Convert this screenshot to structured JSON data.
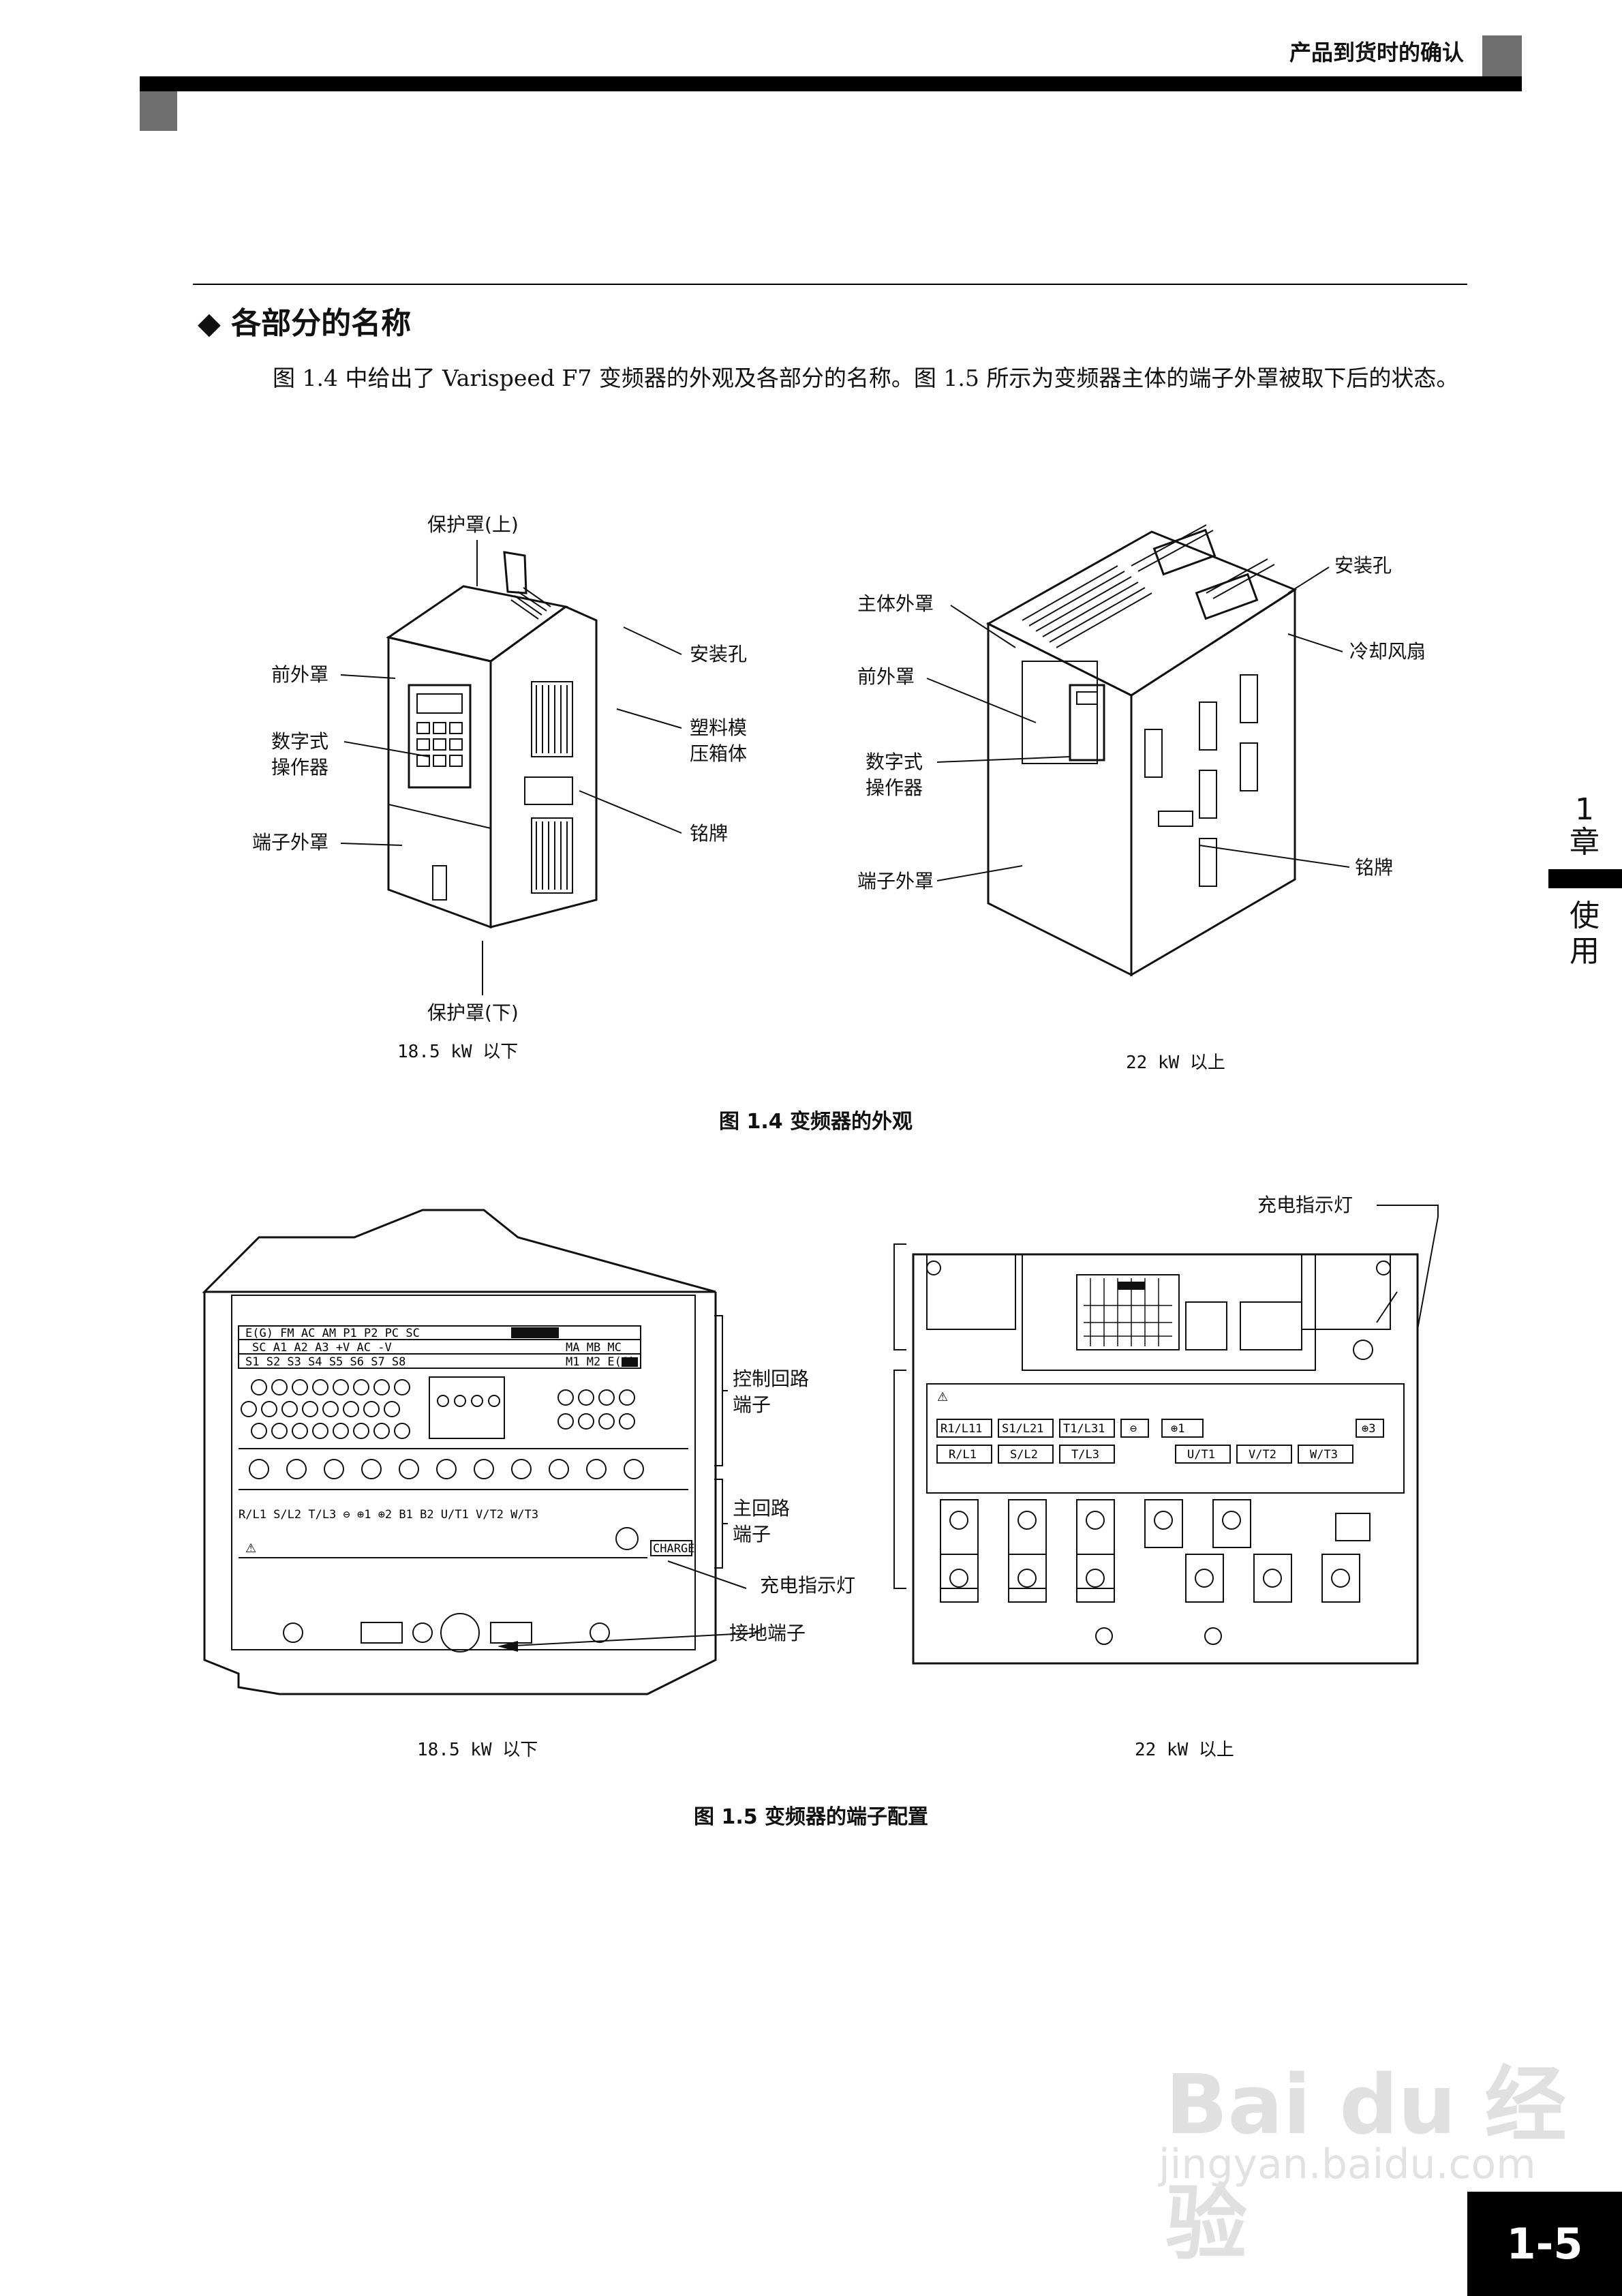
{
  "header": {
    "title": "产品到货时的确认"
  },
  "section": {
    "heading": "◆ 各部分的名称"
  },
  "intro": "图 1.4 中给出了 Varispeed F7 变频器的外观及各部分的名称。图 1.5 所示为变频器主体的端子外罩被取下后的状态。",
  "figure_1_4": {
    "caption": "图 1.4 变频器的外观",
    "left": {
      "sub": "18.5 kW 以下",
      "labels": {
        "top_cover": "保护罩(上)",
        "front_cover": "前外罩",
        "digital_operator_1": "数字式",
        "digital_operator_2": "操作器",
        "terminal_cover": "端子外罩",
        "mount_hole": "安装孔",
        "case_1": "塑料模",
        "case_2": "压箱体",
        "nameplate": "铭牌",
        "bottom_cover": "保护罩(下)"
      }
    },
    "right": {
      "sub": "22 kW 以上",
      "labels": {
        "main_cover": "主体外罩",
        "front_cover": "前外罩",
        "digital_operator_1": "数字式",
        "digital_operator_2": "操作器",
        "terminal_cover": "端子外罩",
        "mount_hole": "安装孔",
        "cooling_fan": "冷却风扇",
        "nameplate": "铭牌"
      }
    }
  },
  "figure_1_5": {
    "caption": "图 1.5 变频器的端子配置",
    "left": {
      "sub": "18.5 kW 以下",
      "labels": {
        "control_1": "控制回路",
        "control_2": "端子",
        "main_1": "主回路",
        "main_2": "端子",
        "charge": "充电指示灯",
        "ground": "接地端子"
      },
      "control_row1": [
        "E(G)",
        "FM",
        "AC",
        "AM",
        "P1",
        "P2",
        "PC",
        "SC"
      ],
      "control_row2": [
        "SC",
        "A1",
        "A2",
        "A3",
        "+V",
        "AC",
        "-V"
      ],
      "control_row3": [
        "S1",
        "S2",
        "S3",
        "S4",
        "S5",
        "S6",
        "S7",
        "S8"
      ],
      "relay_row": [
        "MA",
        "MB",
        "MC",
        "M1",
        "M2",
        "E(G)"
      ],
      "main_terminals": [
        "R/L1",
        "S/L2",
        "T/L3",
        "⊖",
        "⊕1",
        "⊕2",
        "B1",
        "B2",
        "U/T1",
        "V/T2",
        "W/T3"
      ],
      "charge_tag": "CHARGE"
    },
    "right": {
      "sub": "22 kW 以上",
      "labels": {
        "charge": "充电指示灯"
      },
      "terminals_top": [
        "R1/L11",
        "S1/L21",
        "T1/L31",
        "⊖",
        "⊕1",
        "⊕3"
      ],
      "terminals_bottom": [
        "R/L1",
        "S/L2",
        "T/L3",
        "U/T1",
        "V/T2",
        "W/T3"
      ]
    }
  },
  "side_tab": {
    "num": "1",
    "chapter": "章",
    "text1": "使",
    "text2": "用"
  },
  "page_number": "1-5",
  "watermark": {
    "logo": "Bai du 经验",
    "url": "jingyan.baidu.com"
  }
}
